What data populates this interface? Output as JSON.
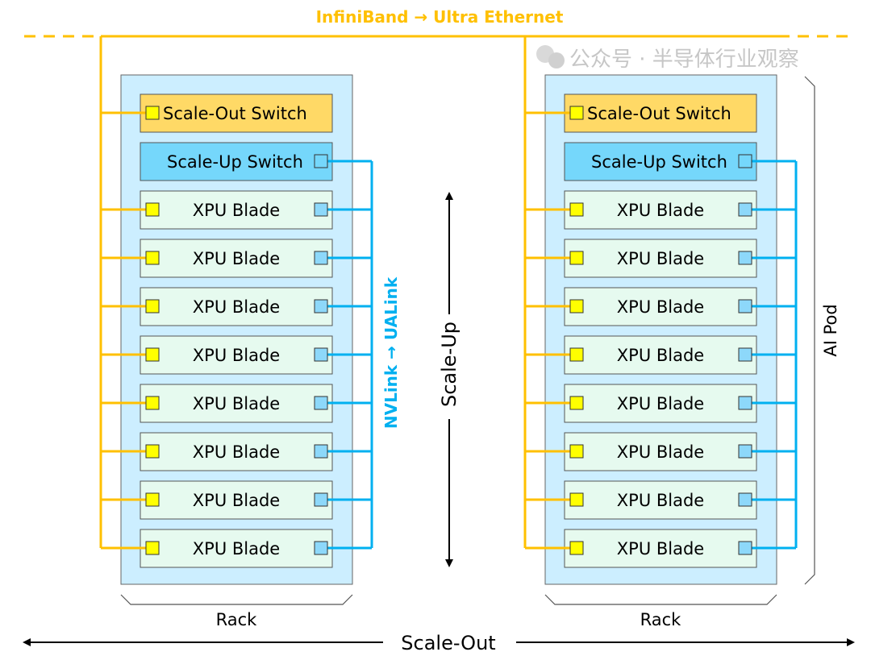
{
  "top_label": "InfiniBand → Ultra Ethernet",
  "side_link_label": "NVLink → UALink",
  "scale_up_label": "Scale-Up",
  "scale_out_label": "Scale-Out",
  "pod_label": "AI Pod",
  "watermark": "公众号 · 半导体行业观察",
  "racks": [
    {
      "label": "Rack",
      "scale_out_switch": "Scale-Out Switch",
      "scale_up_switch": "Scale-Up Switch",
      "blades": [
        "XPU Blade",
        "XPU Blade",
        "XPU Blade",
        "XPU Blade",
        "XPU Blade",
        "XPU Blade",
        "XPU Blade",
        "XPU Blade"
      ]
    },
    {
      "label": "Rack",
      "scale_out_switch": "Scale-Out Switch",
      "scale_up_switch": "Scale-Up Switch",
      "blades": [
        "XPU Blade",
        "XPU Blade",
        "XPU Blade",
        "XPU Blade",
        "XPU Blade",
        "XPU Blade",
        "XPU Blade",
        "XPU Blade"
      ]
    }
  ],
  "colors": {
    "scale_out": "#FFC000",
    "scale_up": "#00B0F0",
    "rack_fill": "#CCEEFF",
    "scale_out_switch_fill": "#FFD966",
    "scale_up_switch_fill": "#75D7FB",
    "blade_fill": "#E6FAEF",
    "yellow_port": "#FFFF00",
    "blue_port": "#8DD8FA"
  }
}
